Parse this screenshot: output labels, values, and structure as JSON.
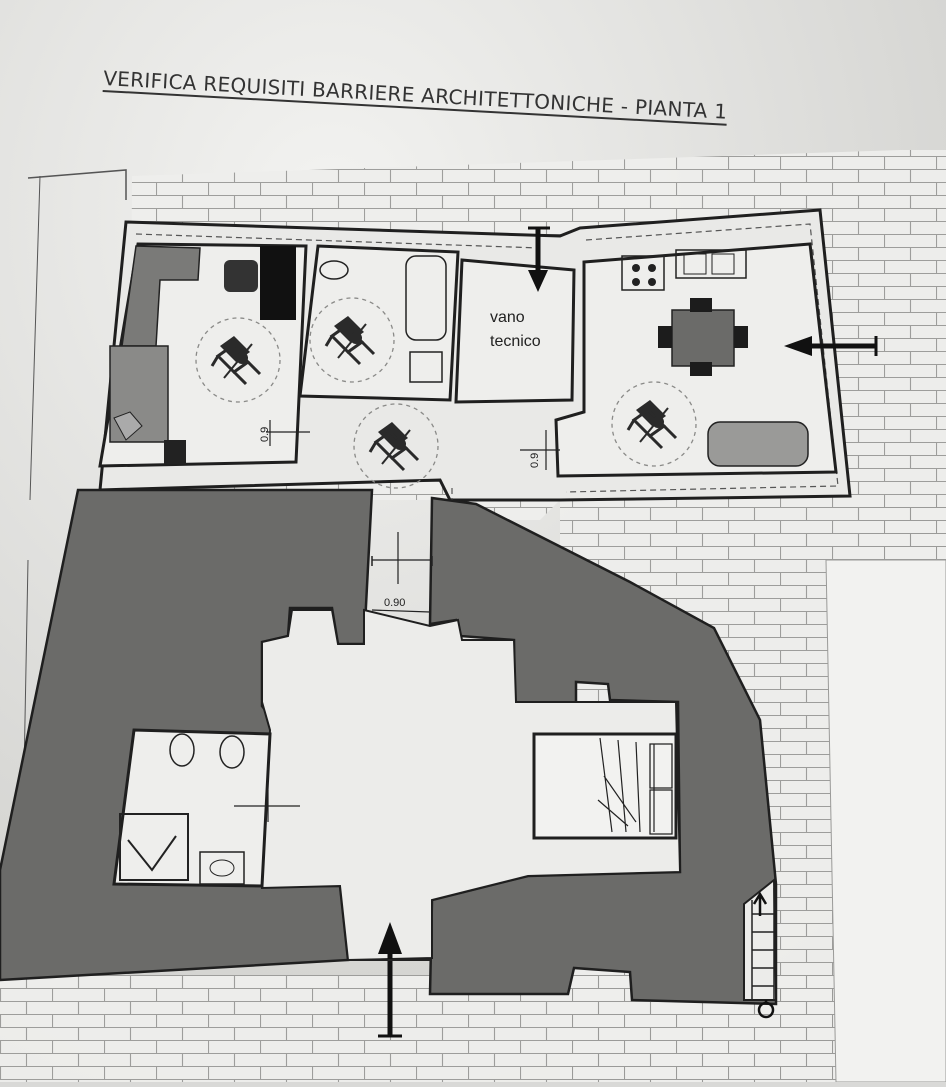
{
  "title": "VERIFICA REQUISITI BARRIERE ARCHITETTONICHE  - PIANTA 1",
  "labels": {
    "technical_room_line1": "vano",
    "technical_room_line2": "tecnico",
    "door_width_main": "0.90",
    "door_width_left": "0.9",
    "door_width_right": "0.9"
  },
  "colors": {
    "paper": "#ebebea",
    "wall_fill": "#6b6b69",
    "line": "#1f1f1f",
    "brick_line": "#9a9a98"
  },
  "icons": [
    "wheelchair-turning-icon",
    "entrance-arrow-icon",
    "staircase-icon"
  ]
}
